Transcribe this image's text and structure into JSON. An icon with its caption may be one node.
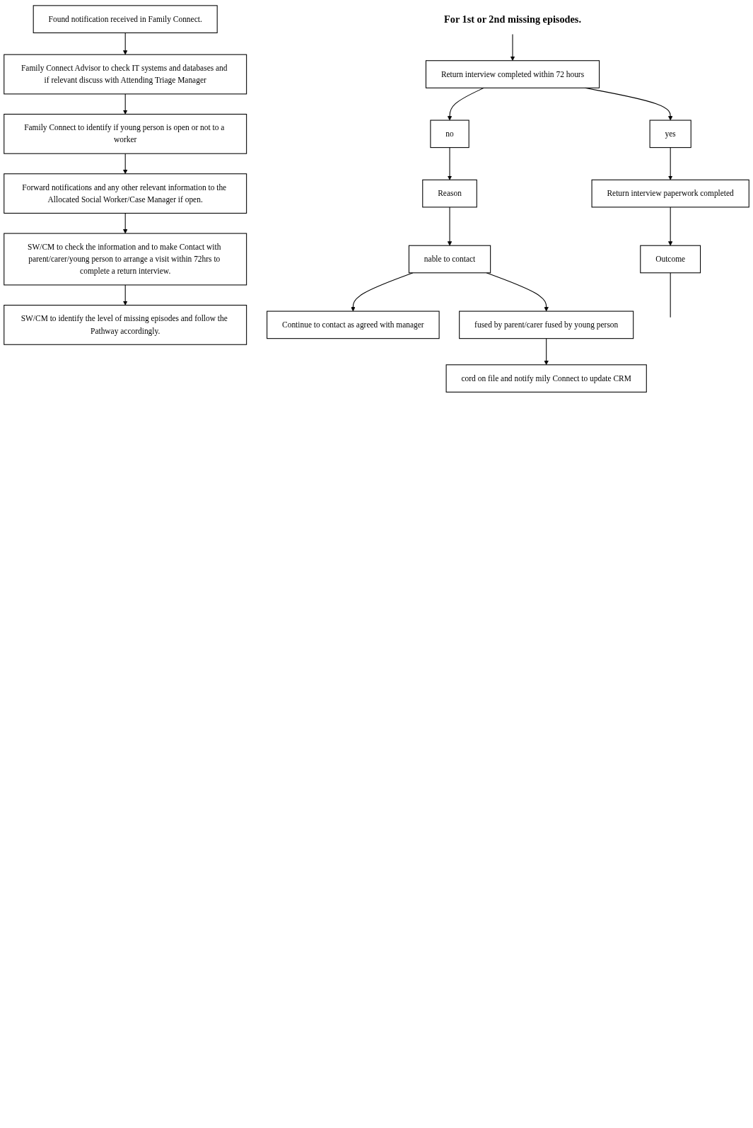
{
  "diagram": {
    "nodes": [
      {
        "text": [
          "Found notification received in Family Connect."
        ]
      },
      {
        "text": [
          "Family Connect Advisor to check IT systems and databases and if relevant discuss with Attending Triage Manager"
        ]
      },
      {
        "text": [
          "Family Connect to identify if young person is open or not to a worker"
        ]
      },
      {
        "text": [
          "Forward notifications and any other relevant information to the Allocated Social Worker/Case Manager if open."
        ]
      },
      {
        "text": [
          "SW/CM to check the information and to make Contact with parent/carer/young person to arrange a visit within 72hrs to complete a return interview."
        ]
      },
      {
        "text": [
          "SW/CM to identify the level of missing episodes and follow the Pathway accordingly."
        ]
      },
      {
        "text": [
          "For 1st or 2nd missing episodes."
        ]
      },
      {
        "text": [
          "Return interview completed within 72 hours"
        ]
      },
      {
        "text": [
          "no"
        ]
      },
      {
        "text": [
          "yes"
        ]
      },
      {
        "text": [
          "Reason"
        ]
      },
      {
        "text": [
          "Return interview paperwork completed"
        ]
      },
      {
        "text": [
          "nable to contact"
        ]
      },
      {
        "text": [
          "Continue to contact as agreed with manager"
        ]
      },
      {
        "text": [
          "fused by parent/carer fused by young person"
        ]
      },
      {
        "text": [
          "Outcome"
        ]
      },
      {
        "text": [
          "cord on file and notify mily Connect to update CRM"
        ]
      }
    ],
    "edges": [
      {
        "from": 0,
        "to": 1,
        "arrow": "to"
      },
      {
        "from": 1,
        "to": 2,
        "arrow": "to"
      },
      {
        "from": 2,
        "to": 3,
        "arrow": "to"
      },
      {
        "from": 3,
        "to": 4,
        "arrow": "to"
      },
      {
        "from": 4,
        "to": 5,
        "arrow": "to"
      },
      {
        "from": 6,
        "to": 7,
        "arrow": "to"
      },
      {
        "from": 7,
        "to": 8,
        "arrow": "to"
      },
      {
        "from": 7,
        "to": 9,
        "arrow": "to"
      },
      {
        "from": 8,
        "to": 10,
        "arrow": "to"
      },
      {
        "from": 9,
        "to": 11,
        "arrow": "to"
      },
      {
        "from": 10,
        "to": 12,
        "arrow": "to"
      },
      {
        "from": 12,
        "to": 13,
        "arrow": "to"
      },
      {
        "from": 12,
        "to": 14,
        "arrow": "to"
      },
      {
        "from": 14,
        "to": 16,
        "arrow": "to"
      },
      {
        "from": 11,
        "to": 15,
        "arrow": "to"
      },
      {
        "from": 15,
        "to": null,
        "arrow": "none"
      }
    ]
  }
}
